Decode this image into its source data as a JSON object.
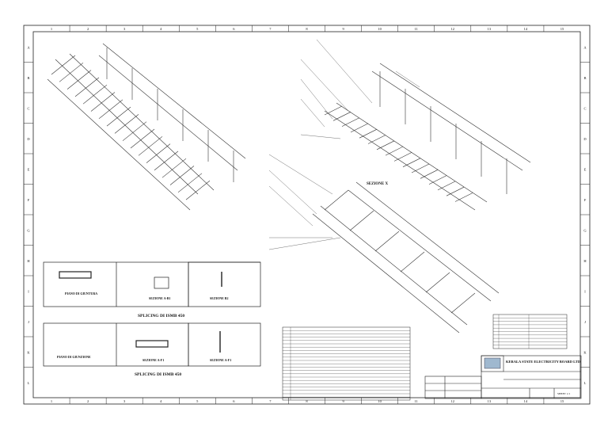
{
  "sheet": {
    "columns": [
      "1",
      "2",
      "3",
      "4",
      "5",
      "6",
      "7",
      "8",
      "9",
      "10",
      "11",
      "12",
      "13",
      "14",
      "15"
    ],
    "rows": [
      "A",
      "B",
      "C",
      "D",
      "E",
      "F",
      "G",
      "H",
      "I",
      "J",
      "K",
      "L"
    ]
  },
  "views": {
    "section_x": "SEZIONE X"
  },
  "splicing_top": {
    "title": "SPLICING DI ISMB 450",
    "panel_1": "PIANO DI GIUNTURA",
    "panel_2": "SEZIONE A-B1",
    "panel_3": "SEZIONE B2"
  },
  "splicing_bottom": {
    "title": "SPLICING DI ISMB 450",
    "panel_1": "PIANO DI GIUNZIONE",
    "panel_2": "SEZIONE A-F1",
    "panel_3": "SEZIONE A-F1"
  },
  "title_block": {
    "company": "KERALA STATE ELECTRICITY BOARD LTD",
    "sheet_no": "SHEET 1/1"
  }
}
